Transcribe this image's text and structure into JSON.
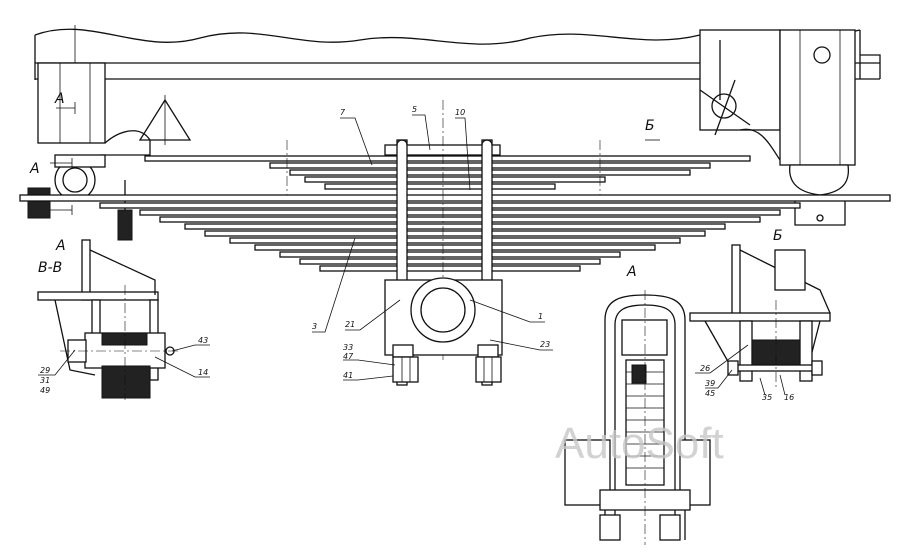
{
  "title": "Leaf spring suspension assembly drawing",
  "section_marks": {
    "a_top": "А",
    "a_bottom": "А",
    "a_left": "А",
    "b_arrow": "Б",
    "b_view": "Б",
    "view_a": "А",
    "section_vv": "В-В"
  },
  "callouts": {
    "c7": "7",
    "c5": "5",
    "c10": "10",
    "c3": "3",
    "c21": "21",
    "c1": "1",
    "c23": "23",
    "c33": "33",
    "c47": "47",
    "c41": "41",
    "c43": "43",
    "c14": "14",
    "c29": "29",
    "c31": "31",
    "c49": "49",
    "c26": "26",
    "c39": "39",
    "c45": "45",
    "c35": "35",
    "c16": "16"
  },
  "watermark": "AutoSoft"
}
